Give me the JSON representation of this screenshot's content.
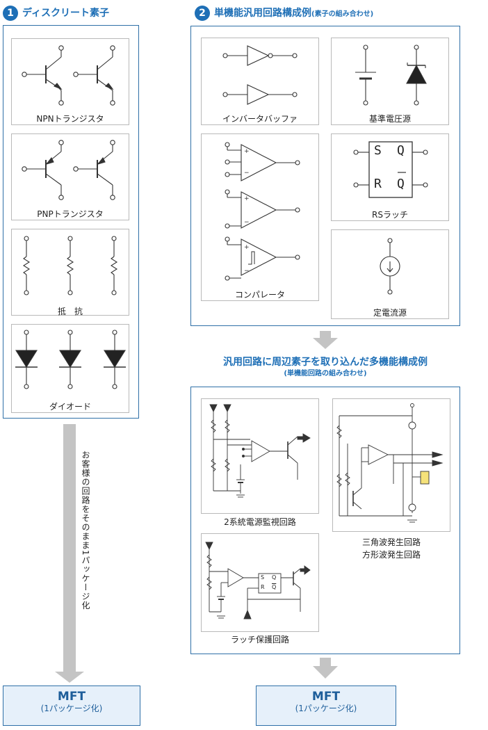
{
  "section1": {
    "number": "1",
    "title": "ディスクリート素子"
  },
  "section2": {
    "number": "2",
    "title": "単機能汎用回路構成例",
    "subtitle": "(素子の組み合わせ)"
  },
  "discrete_labels": {
    "npn": "NPNトランジスタ",
    "pnp": "PNPトランジスタ",
    "resistor": "抵　抗",
    "diode": "ダイオード"
  },
  "single_labels": {
    "inverter_buffer": "インバータバッファ",
    "reference": "基準電圧源",
    "comparator": "コンパレータ",
    "rs_latch": "RSラッチ",
    "current_source": "定電流源"
  },
  "rs_symbols": {
    "s": "S",
    "q": "Q",
    "r": "R",
    "qbar": "Q"
  },
  "multi": {
    "title": "汎用回路に周辺素子を取り込んだ多機能構成例",
    "subtitle": "(単機能回路の組み合わせ)",
    "labels": {
      "dual_monitor": "2系統電源監視回路",
      "triangle": "三角波発生回路",
      "square": "方形波発生回路",
      "latch_protect": "ラッチ保護回路"
    }
  },
  "mini_rs": {
    "s": "S",
    "q": "Q",
    "r": "R",
    "qbar": "Q"
  },
  "arrow_text": "お客様の回路をそのまま1パッケージ化",
  "mft_left": {
    "title": "MFT",
    "sub": "(1パッケージ化)"
  },
  "mft_right": {
    "title": "MFT",
    "sub": "(1パッケージ化)"
  },
  "colors": {
    "accent": "#1e6fb6",
    "border": "#2e6fa7",
    "mft_fill": "#e6f0fa",
    "arrow": "#c4c4c4"
  }
}
